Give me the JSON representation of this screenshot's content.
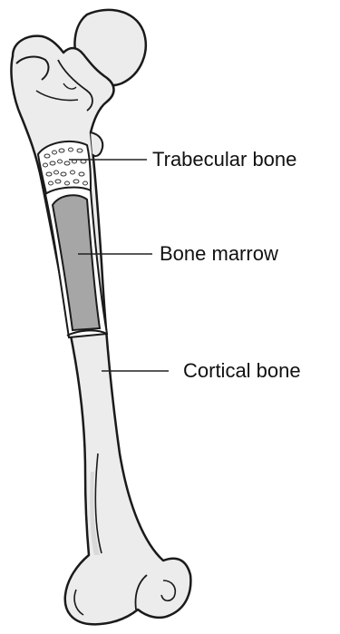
{
  "diagram": {
    "labels": {
      "trabecular": "Trabecular bone",
      "marrow": "Bone marrow",
      "cortical": "Cortical bone"
    },
    "colors": {
      "outline": "#1a1a1a",
      "bone_fill": "#ececec",
      "inner_fill": "#ffffff",
      "marrow_fill": "#a6a6a6",
      "shadow_fill": "#d9d9d9",
      "leader_line": "#222222"
    }
  }
}
